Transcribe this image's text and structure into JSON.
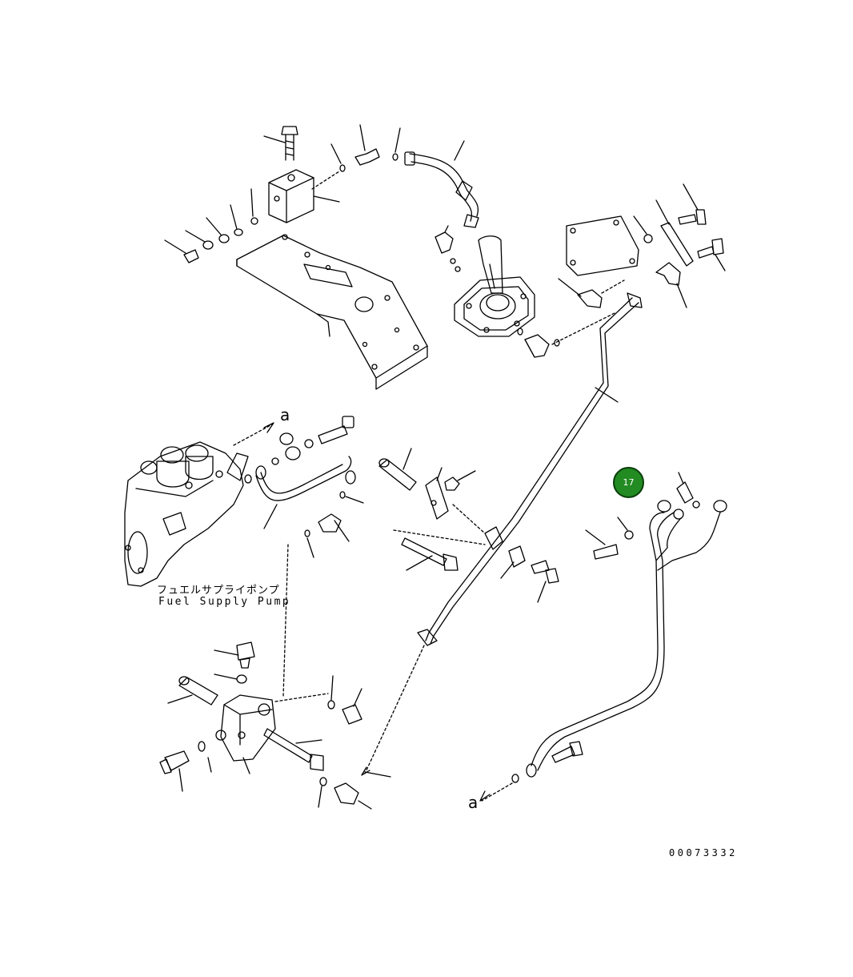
{
  "labels": {
    "fuel_supply_pump_jp": "フュエルサプライポンプ",
    "fuel_supply_pump_en": "Fuel Supply Pump",
    "ref_a_top": "a",
    "ref_a_bottom": "a",
    "drawing_number": "00073332"
  },
  "callout": {
    "number": "17",
    "color": "#228b22"
  }
}
